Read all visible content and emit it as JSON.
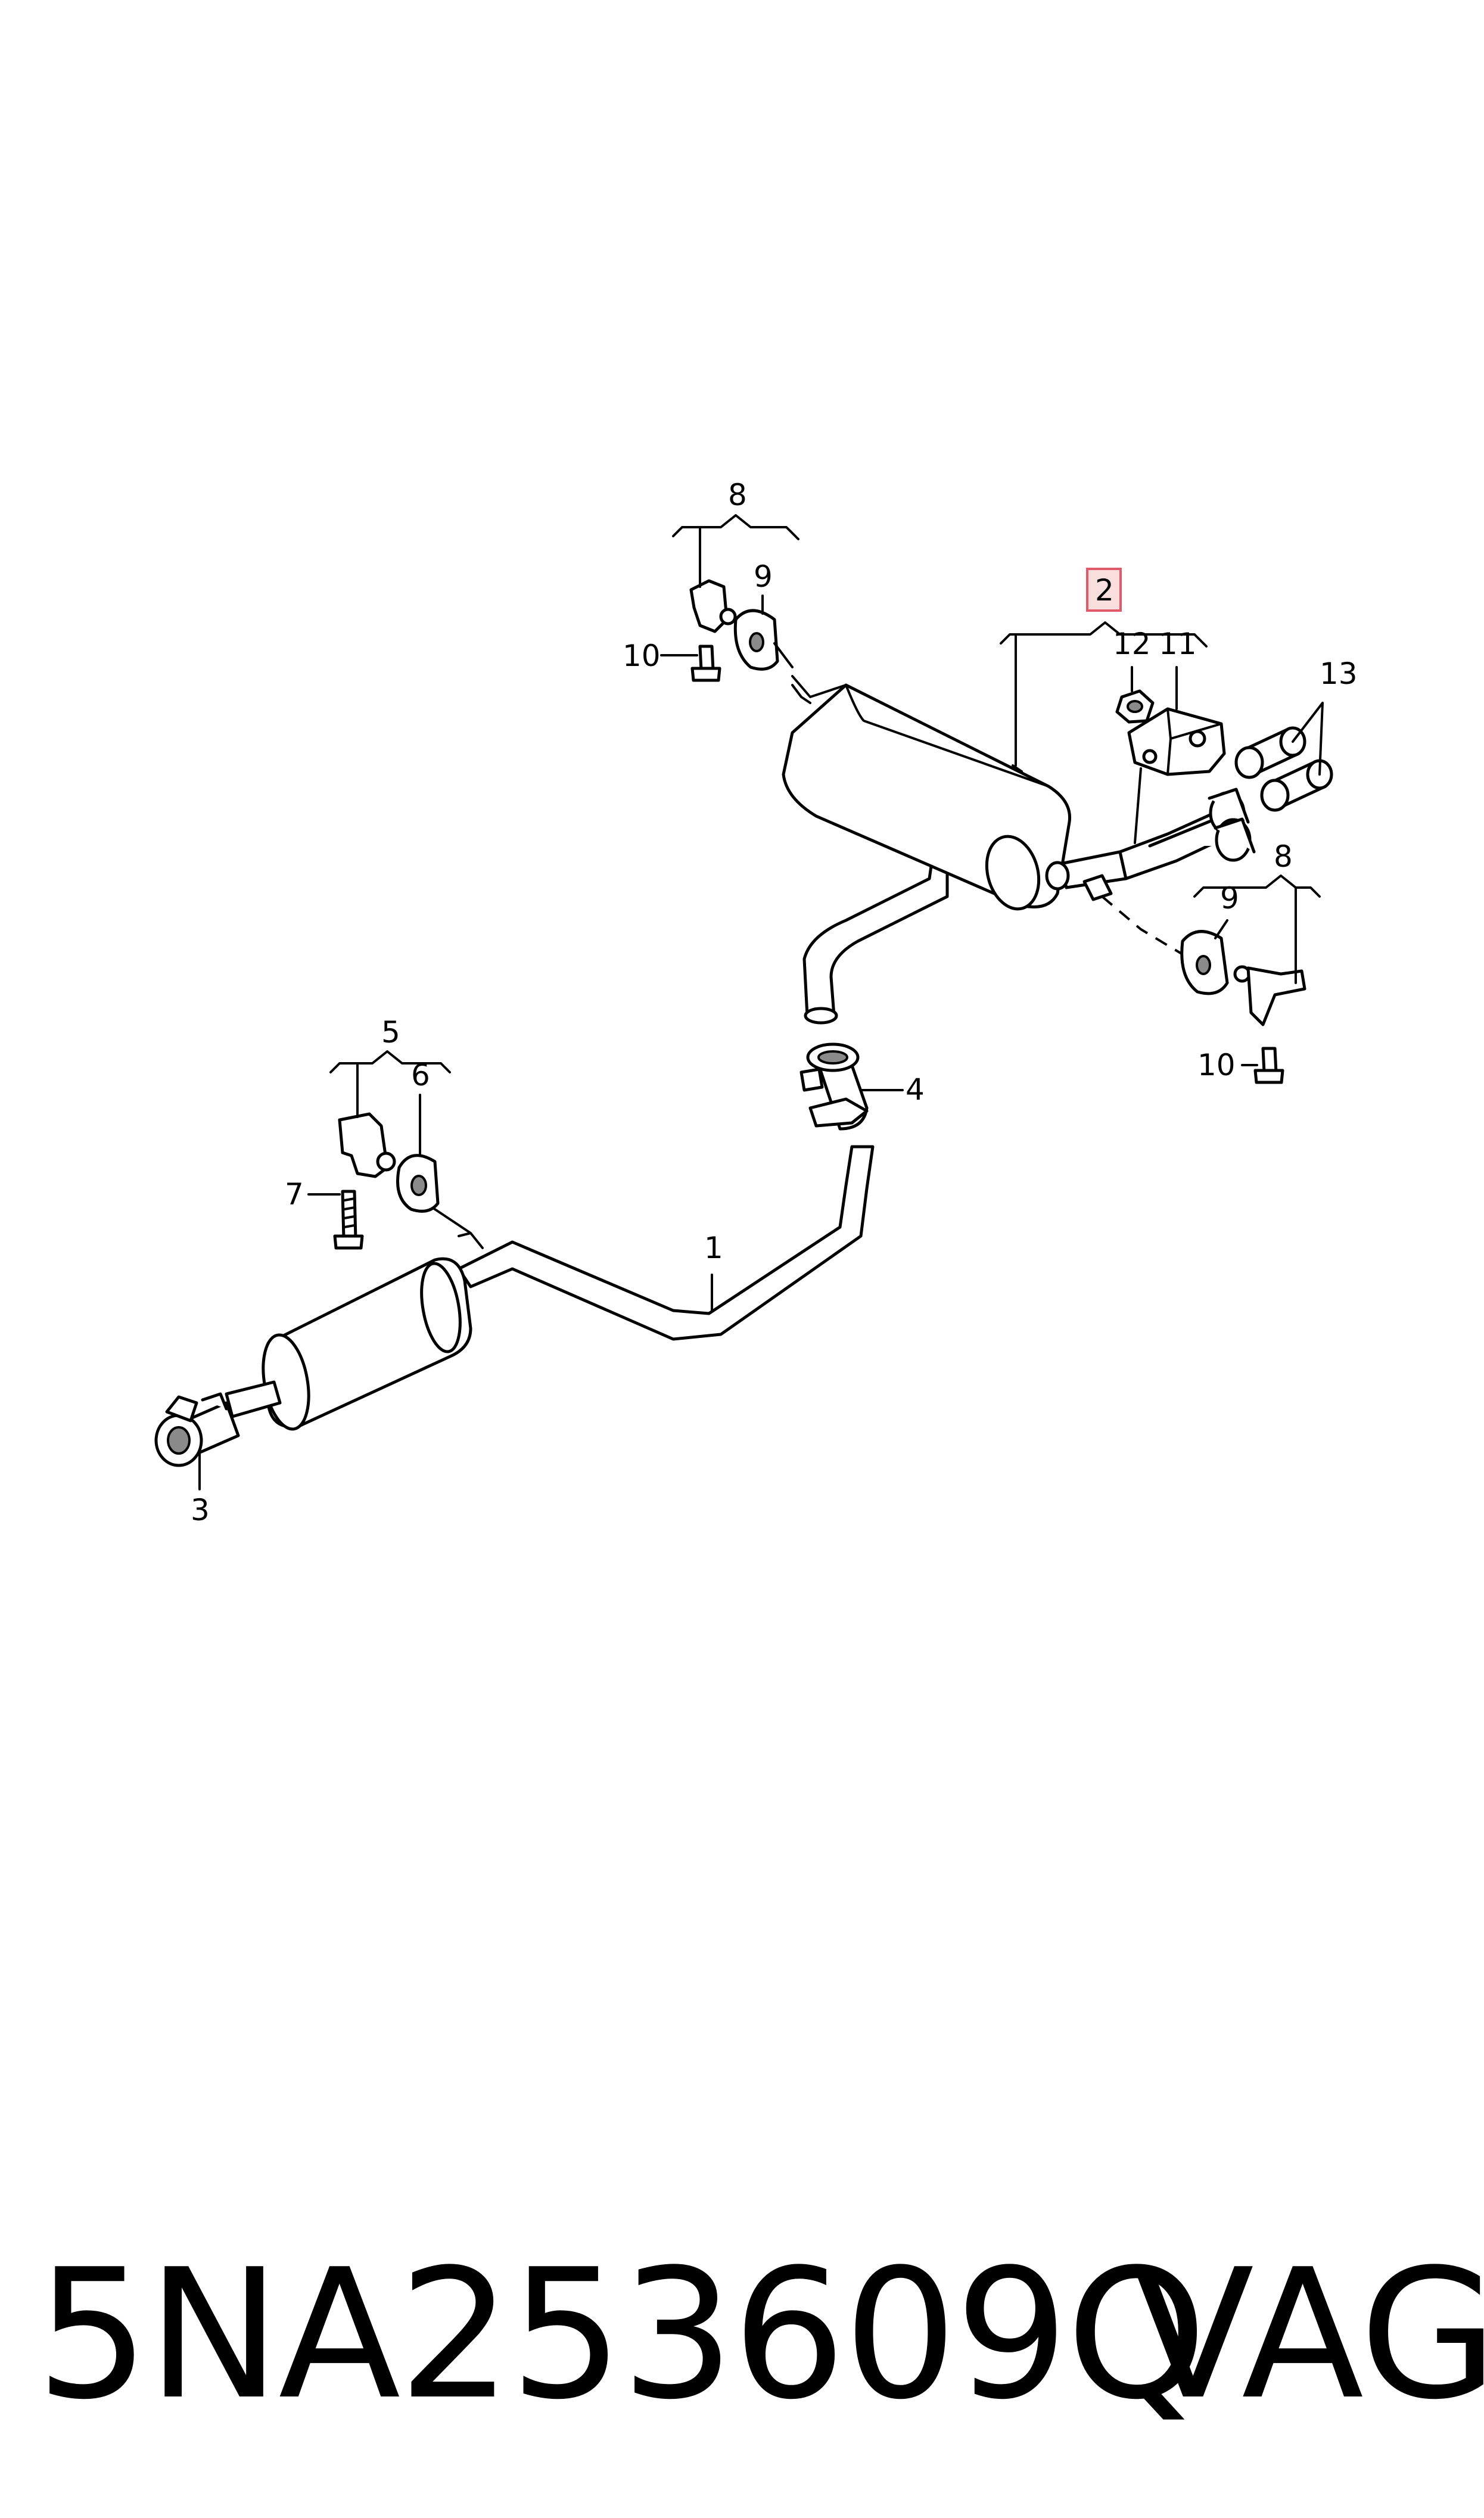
{
  "callouts": {
    "c1": "1",
    "c2": "2",
    "c3": "3",
    "c4": "4",
    "c5": "5",
    "c6": "6",
    "c7": "7",
    "c8_top": "8",
    "c9_top": "9",
    "c10_top": "10",
    "c11": "11",
    "c12": "12",
    "c13": "13",
    "c8_right": "8",
    "c9_right": "9",
    "c10_right": "10"
  },
  "highlight_color": "#e05a6a",
  "footer": {
    "part_number": "5NA253609Q",
    "brand": "VAG"
  }
}
